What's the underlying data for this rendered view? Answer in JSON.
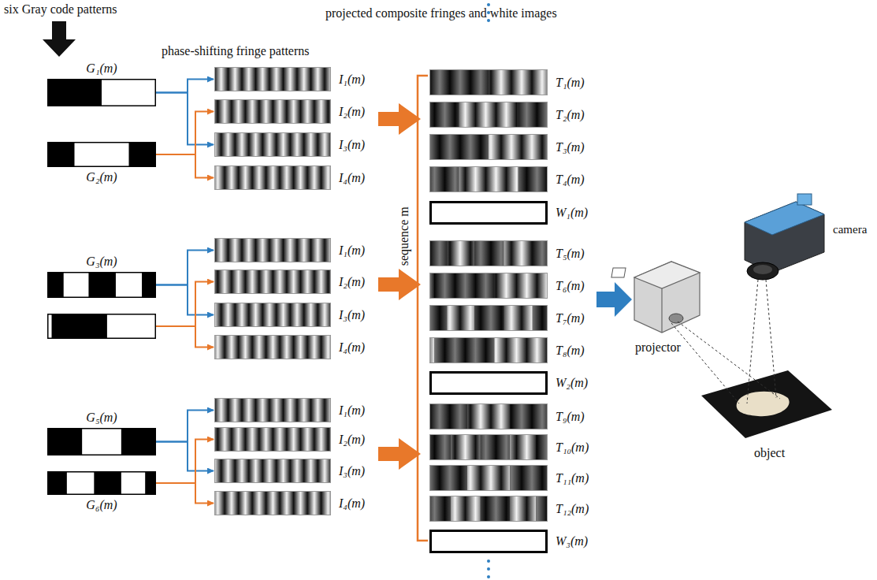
{
  "diagram": {
    "nodes": [
      {
        "text": [
          "G₁(m)"
        ]
      },
      {
        "text": [
          "G₂(m)"
        ]
      },
      {
        "text": [
          "I₁(m)"
        ]
      },
      {
        "text": [
          "I₂(m)"
        ]
      },
      {
        "text": [
          "I₃(m)"
        ]
      },
      {
        "text": [
          "I₄(m)"
        ]
      },
      {
        "text": [
          "G₃(m)"
        ]
      },
      {
        "text": []
      },
      {
        "text": [
          "I₁(m)"
        ]
      },
      {
        "text": [
          "I₂(m)"
        ]
      },
      {
        "text": [
          "I₃(m)"
        ]
      },
      {
        "text": [
          "I₄(m)"
        ]
      },
      {
        "text": [
          "G₅(m)"
        ]
      },
      {
        "text": [
          "G₆(m)"
        ]
      },
      {
        "text": [
          "I₁(m)"
        ]
      },
      {
        "text": [
          "I₂(m)"
        ]
      },
      {
        "text": [
          "I₃(m)"
        ]
      },
      {
        "text": [
          "I₄(m)"
        ]
      },
      {
        "text": [
          "T₁(m)"
        ]
      },
      {
        "text": [
          "T₂(m)"
        ]
      },
      {
        "text": [
          "T₃(m)"
        ]
      },
      {
        "text": [
          "T₄(m)"
        ]
      },
      {
        "text": [
          "W₁(m)"
        ]
      },
      {
        "text": [
          "T₅(m)"
        ]
      },
      {
        "text": [
          "T₆(m)"
        ]
      },
      {
        "text": [
          "T₇(m)"
        ]
      },
      {
        "text": [
          "T₈(m)"
        ]
      },
      {
        "text": [
          "W₂(m)"
        ]
      },
      {
        "text": [
          "T₉(m)"
        ]
      },
      {
        "text": [
          "T₁₀(m)"
        ]
      },
      {
        "text": [
          "T₁₁(m)"
        ]
      },
      {
        "text": [
          "T₁₂(m)"
        ]
      },
      {
        "text": [
          "W₃(m)"
        ]
      }
    ],
    "edges": [
      {
        "from": 0,
        "to": 2,
        "arrow": "to"
      },
      {
        "from": 0,
        "to": 4,
        "arrow": "to"
      },
      {
        "from": 1,
        "to": 3,
        "arrow": "to"
      },
      {
        "from": 1,
        "to": 5,
        "arrow": "to"
      },
      {
        "from": 6,
        "to": 8,
        "arrow": "to"
      },
      {
        "from": 6,
        "to": 10,
        "arrow": "to"
      },
      {
        "from": 7,
        "to": 9,
        "arrow": "to"
      },
      {
        "from": 7,
        "to": 11,
        "arrow": "to"
      },
      {
        "from": 12,
        "to": 14,
        "arrow": "to"
      },
      {
        "from": 12,
        "to": 16,
        "arrow": "to"
      },
      {
        "from": 13,
        "to": 15,
        "arrow": "to"
      },
      {
        "from": 13,
        "to": 17,
        "arrow": "to"
      }
    ],
    "labels": [
      "six Gray code patterns",
      "phase-shifting fringe patterns",
      "projected composite fringes and white images",
      "sequence m",
      "projector",
      "camera",
      "object"
    ]
  }
}
